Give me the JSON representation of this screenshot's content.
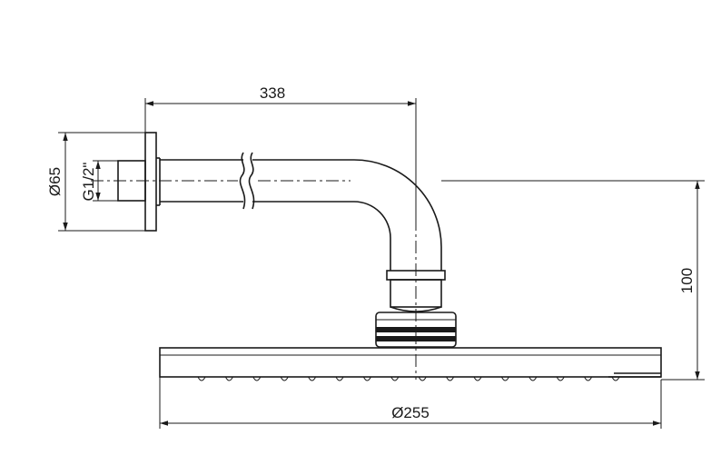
{
  "drawing": {
    "subject": "shower-head-with-wall-arm",
    "dimensions": {
      "arm_projection": "338",
      "flange_diameter": "Ø65",
      "thread_size": "G1/2\"",
      "drop_height": "100",
      "head_diameter": "Ø255"
    },
    "colors": {
      "line": "#1a1a1a",
      "background": "#ffffff"
    }
  }
}
